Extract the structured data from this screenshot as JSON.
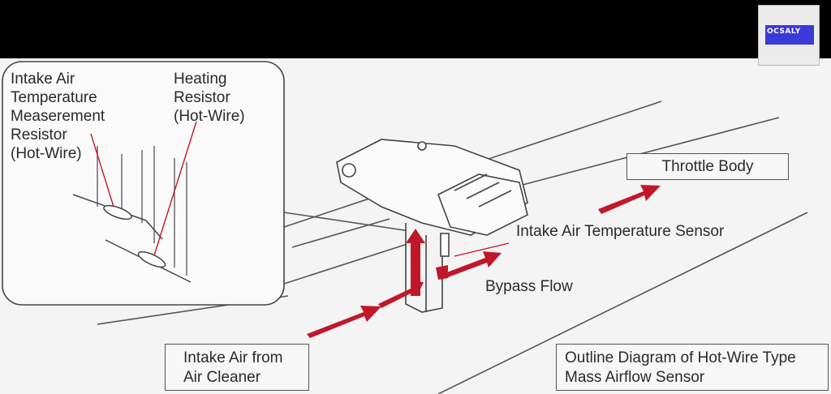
{
  "labels": {
    "intake_temp_resistor": "Intake Air\nTemperature\nMeaserement\nResistor\n(Hot-Wire)",
    "heating_resistor": "Heating\nResistor\n(Hot-Wire)",
    "throttle_body": "Throttle Body",
    "intake_temp_sensor": "Intake Air Temperature Sensor",
    "bypass_flow": "Bypass Flow",
    "intake_air_from": "Intake Air from\nAir Cleaner",
    "caption": "Outline Diagram of Hot-Wire Type\nMass Airflow Sensor"
  },
  "logo": {
    "text": "OCSALY"
  },
  "colors": {
    "arrow": "#c0182a",
    "line": "#444444",
    "background": "#f4f4f4"
  }
}
